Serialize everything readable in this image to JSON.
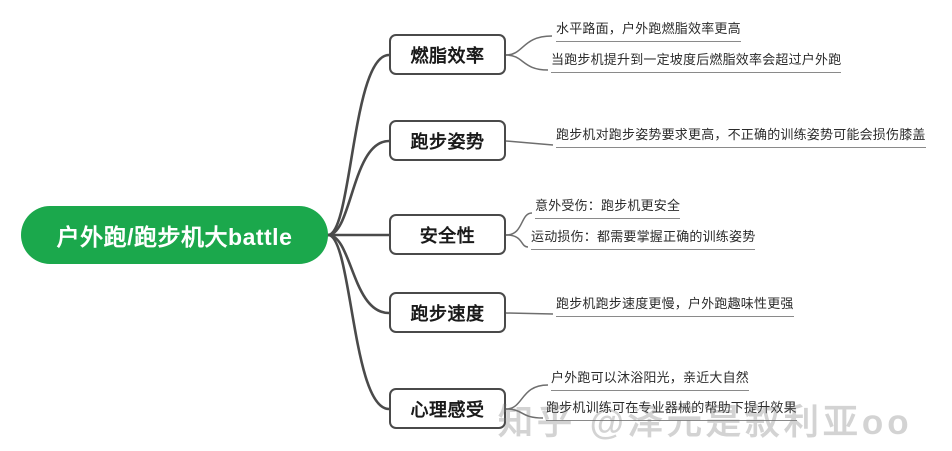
{
  "map": {
    "root": {
      "label": "户外跑/跑步机大battle",
      "color": "#1BA84C"
    },
    "branches": [
      {
        "label": "燃脂效率",
        "leaves": [
          "水平路面，户外跑燃脂效率更高",
          "当跑步机提升到一定坡度后燃脂效率会超过户外跑"
        ]
      },
      {
        "label": "跑步姿势",
        "leaves": [
          "跑步机对跑步姿势要求更高，不正确的训练姿势可能会损伤膝盖"
        ]
      },
      {
        "label": "安全性",
        "leaves": [
          "意外受伤：跑步机更安全",
          "运动损伤：都需要掌握正确的训练姿势"
        ]
      },
      {
        "label": "跑步速度",
        "leaves": [
          "跑步机跑步速度更慢，户外跑趣味性更强"
        ]
      },
      {
        "label": "心理感受",
        "leaves": [
          "户外跑可以沐浴阳光，亲近大自然",
          "跑步机训练可在专业器械的帮助下提升效果"
        ]
      }
    ],
    "watermark": "知乎 @泽元是叙利亚oo",
    "line_color": "#4a4a4a",
    "leaf_underline_color": "#8a8a8a"
  }
}
